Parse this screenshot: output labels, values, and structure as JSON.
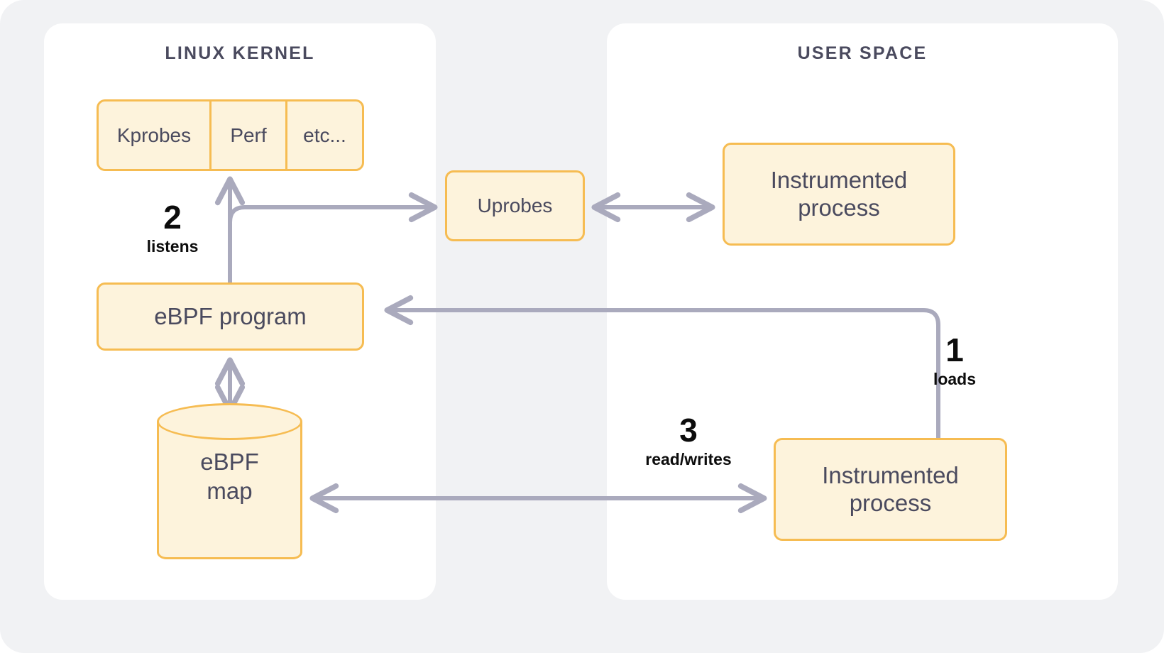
{
  "canvas": {
    "background": "#f1f2f4",
    "panel_background": "#ffffff",
    "node_fill": "#fdf3dc",
    "node_border": "#f6bc52",
    "node_text": "#4a4a5e",
    "arrow_color": "#aaaabd",
    "label_text": "#0c0c0c"
  },
  "panels": {
    "kernel": {
      "title": "LINUX KERNEL"
    },
    "user": {
      "title": "USER SPACE"
    }
  },
  "nodes": {
    "probes": {
      "cells": [
        "Kprobes",
        "Perf",
        "etc..."
      ]
    },
    "ebpf_program": {
      "label": "eBPF program"
    },
    "ebpf_map": {
      "line1": "eBPF",
      "line2": "map"
    },
    "uprobes": {
      "label": "Uprobes"
    },
    "process_top": {
      "line1": "Instrumented",
      "line2": "process"
    },
    "process_bottom": {
      "line1": "Instrumented",
      "line2": "process"
    }
  },
  "steps": [
    {
      "number": "1",
      "caption": "loads"
    },
    {
      "number": "2",
      "caption": "listens"
    },
    {
      "number": "3",
      "caption": "read/writes"
    }
  ]
}
